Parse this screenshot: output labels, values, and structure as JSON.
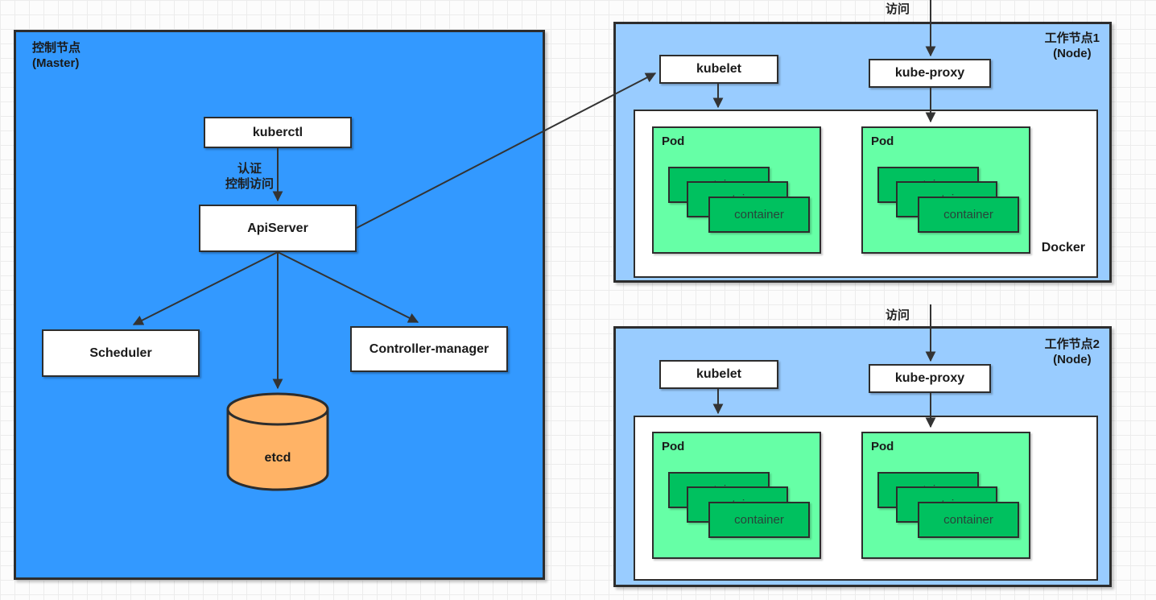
{
  "diagram": {
    "master": {
      "title_line1": "控制节点",
      "title_line2": "(Master)",
      "kuberctl_label": "kuberctl",
      "auth_line1": "认证",
      "auth_line2": "控制访问",
      "apiserver_label": "ApiServer",
      "scheduler_label": "Scheduler",
      "controller_manager_label": "Controller-manager",
      "etcd_label": "etcd"
    },
    "nodes": [
      {
        "title_line1": "工作节点1",
        "title_line2": "(Node)",
        "access_label": "访问",
        "kubelet_label": "kubelet",
        "kube_proxy_label": "kube-proxy",
        "docker_label": "Docker",
        "pods": [
          {
            "label": "Pod",
            "containers": [
              "container",
              "container",
              "container"
            ]
          },
          {
            "label": "Pod",
            "containers": [
              "container",
              "container",
              "container"
            ]
          }
        ]
      },
      {
        "title_line1": "工作节点2",
        "title_line2": "(Node)",
        "access_label": "访问",
        "kubelet_label": "kubelet",
        "kube_proxy_label": "kube-proxy",
        "docker_label": "",
        "pods": [
          {
            "label": "Pod",
            "containers": [
              "container",
              "container",
              "container"
            ]
          },
          {
            "label": "Pod",
            "containers": [
              "container",
              "container",
              "container"
            ]
          }
        ]
      }
    ],
    "colors": {
      "master_fill": "#3399ff",
      "node_fill": "#99ccff",
      "pod_fill": "#66ffa6",
      "container_fill": "#00c15f",
      "etcd_fill": "#ffb366",
      "border": "#2d2d2d",
      "arrow": "#333333"
    }
  }
}
